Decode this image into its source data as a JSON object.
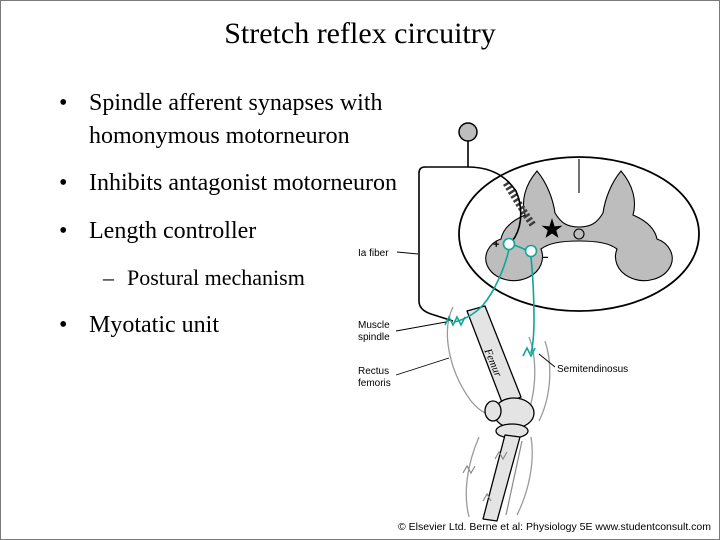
{
  "slide": {
    "title": "Stretch reflex circuitry",
    "bullets": [
      {
        "marker": "•",
        "text": "Spindle afferent synapses with homonymous motorneuron"
      },
      {
        "marker": "•",
        "text": "Inhibits antagonist motorneuron"
      },
      {
        "marker": "•",
        "text": "Length controller"
      },
      {
        "marker": "–",
        "text": "Postural mechanism"
      },
      {
        "marker": "•",
        "text": "Myotatic unit"
      }
    ],
    "credit": "© Elsevier Ltd. Berne et al: Physiology 5E www.studentconsult.com"
  },
  "diagram": {
    "labels": {
      "ia_fiber": "Ia fiber",
      "muscle_spindle_line1": "Muscle",
      "muscle_spindle_line2": "spindle",
      "rectus_line1": "Rectus",
      "rectus_line2": "femoris",
      "semitendinosus": "Semitendinosus",
      "femur": "Femur",
      "plus_sign": "+",
      "minus_sign": "−"
    },
    "colors": {
      "nerve_teal": "#0da698",
      "gray_matter": "#bdbdbd",
      "bone_fill": "#e4e4e4"
    }
  }
}
